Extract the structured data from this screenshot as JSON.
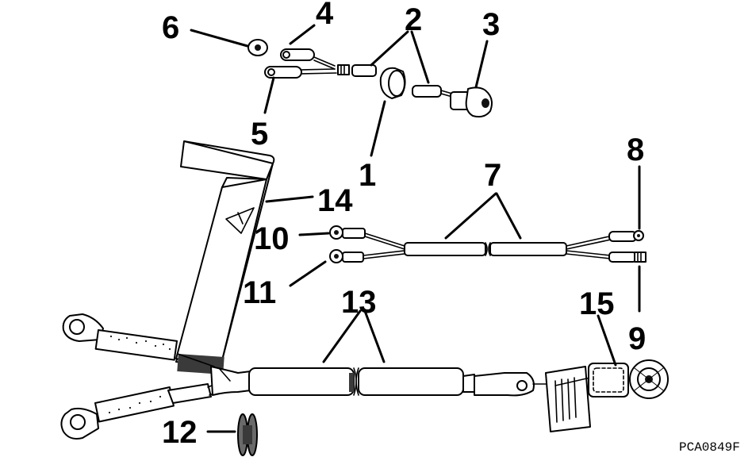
{
  "callouts": {
    "c1": "1",
    "c2": "2",
    "c3": "3",
    "c4": "4",
    "c5": "5",
    "c6": "6",
    "c7": "7",
    "c8": "8",
    "c9": "9",
    "c10": "10",
    "c11": "11",
    "c12": "12",
    "c13": "13",
    "c14": "14",
    "c15": "15"
  },
  "figure_code": "PCA0849F"
}
